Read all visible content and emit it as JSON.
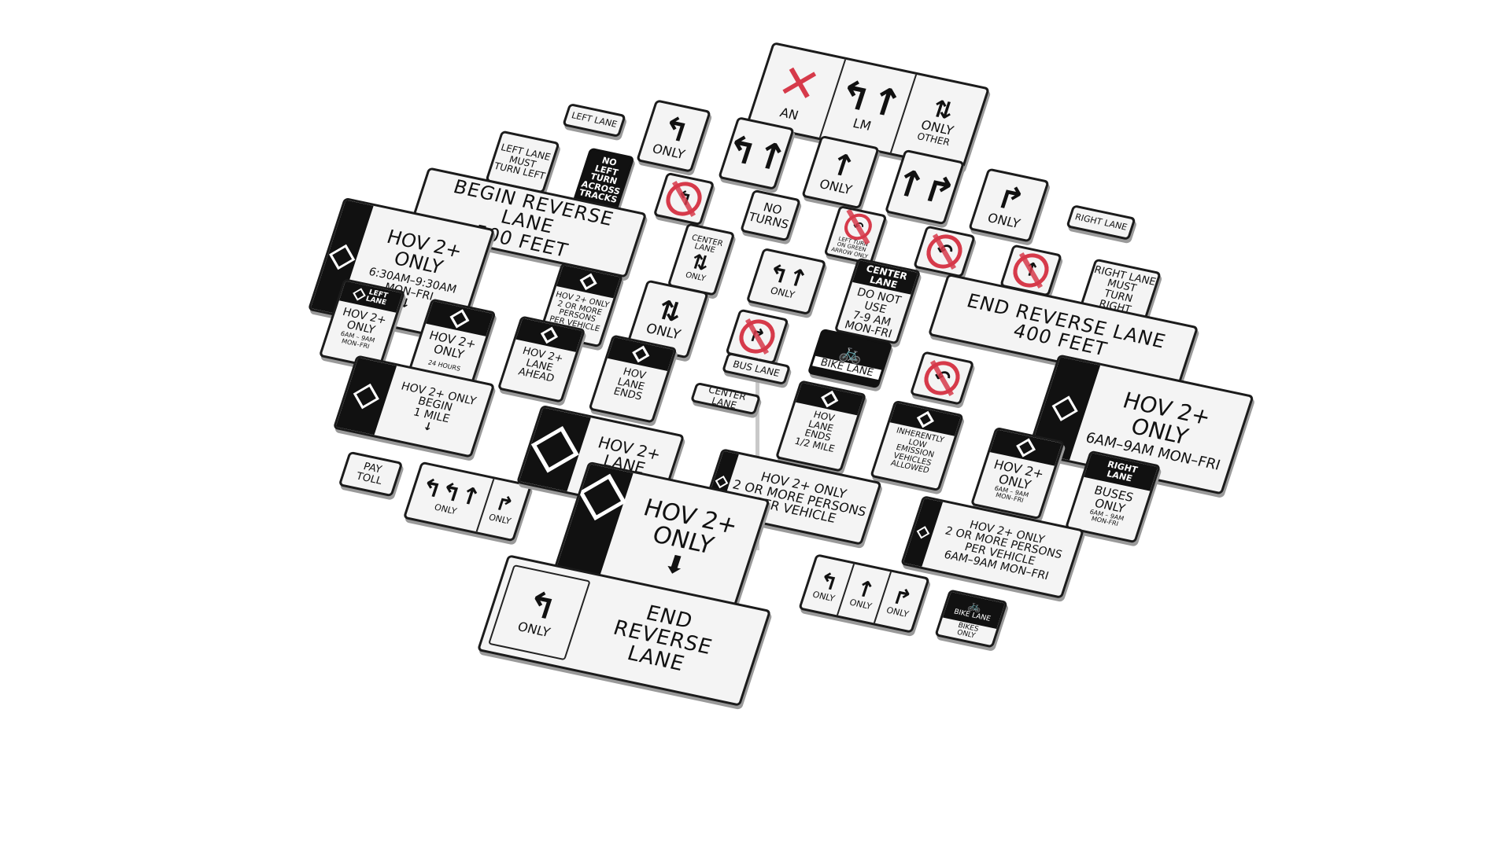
{
  "signs": {
    "left_lane_small": "LEFT LANE",
    "left_lane_must": "LEFT LANE\nMUST\nTURN LEFT",
    "no_left_turn_tracks": "NO\nLEFT\nTURN\nACROSS\nTRACKS",
    "left_only": "ONLY",
    "top_panel_mid": "LM",
    "top_panel_left": "AN",
    "top_panel_right_only": "ONLY",
    "top_panel_right_other": "OTHER",
    "straight_only": "ONLY",
    "right_only": "ONLY",
    "right_lane_small": "RIGHT LANE",
    "begin_reverse_lane": "BEGIN REVERSE LANE\n500 FEET",
    "hov_main_title": "HOV 2+\nONLY",
    "hov_main_hours": "6:30AM–9:30AM\nMON–FRI",
    "no_turns": "NO\nTURNS",
    "center_lane_top": "CENTER\nLANE",
    "center_lane_only": "ONLY",
    "left_turn_green": "LEFT TURN\nON GREEN\nARROW ONLY",
    "right_lane_must": "RIGHT LANE\nMUST\nTURN RIGHT",
    "left_lane_header": "LEFT\nLANE",
    "left_lane_hov": "HOV 2+\nONLY",
    "left_lane_hov_hours": "6AM – 9AM\nMON–FRI",
    "hov_24": "HOV 2+\nONLY",
    "hov_24_hours": "24 HOURS",
    "hov_persons": "HOV 2+ ONLY\n2 OR MORE\nPERSONS\nPER VEHICLE",
    "two_way_only": "ONLY",
    "lane_only_pair": "ONLY",
    "center_lane_header": "CENTER\nLANE",
    "center_lane_do_not": "DO NOT\nUSE\n7-9 AM\nMON-FRI",
    "end_reverse_400": "END REVERSE LANE\n400 FEET",
    "bike_lane": "BIKE LANE",
    "bus_lane": "BUS LANE",
    "hov_lane_ahead_small": "HOV 2+\nLANE\nAHEAD",
    "hov_lane_ends": "HOV\nLANE\nENDS",
    "center_lane_small": "CENTER LANE",
    "hov_lane_ends_half": "HOV\nLANE\nENDS\n1/2 MILE",
    "inherently_low": "INHERENTLY\nLOW\nEMISSION\nVEHICLES\nALLOWED",
    "hov_begin_mile": "HOV 2+ ONLY\nBEGIN\n1 MILE",
    "hov_big_right": "HOV 2+\nONLY",
    "hov_big_right_hours": "6AM–9AM MON–FRI",
    "hov_right_small": "HOV 2+\nONLY",
    "hov_right_small_hours": "6AM – 9AM\nMON–FRI",
    "right_lane_header": "RIGHT\nLANE",
    "buses_only": "BUSES\nONLY",
    "buses_only_hours": "6AM – 9AM\nMON-FRI",
    "pay_toll": "PAY\nTOLL",
    "lane_triple_only_1": "ONLY",
    "lane_triple_only_2": "ONLY",
    "hov_lane_ahead_big": "HOV 2+\nLANE\nAHEAD",
    "hov_persons_wide": "HOV 2+ ONLY\n2 OR MORE PERSONS\nPER VEHICLE",
    "hov_persons_hours": "HOV 2+ ONLY\n2 OR MORE PERSONS\nPER VEHICLE\n6AM–9AM    MON–FRI",
    "hov_only_down": "HOV 2+\nONLY",
    "end_reverse_lane": "END\nREVERSE\nLANE",
    "end_reverse_only": "ONLY",
    "lane_three_only_a": "ONLY",
    "lane_three_only_b": "ONLY",
    "lane_three_only_c": "ONLY",
    "bike_lane_header": "BIKE LANE",
    "bikes_only": "BIKES\nONLY"
  },
  "colors": {
    "prohibition_red": "#d63a4a",
    "sign_black": "#111111",
    "sign_white": "#f4f4f4"
  },
  "icons": [
    "left-turn-arrow-icon",
    "right-turn-arrow-icon",
    "straight-arrow-icon",
    "u-turn-icon",
    "hov-diamond-icon",
    "bicycle-icon",
    "x-mark-icon"
  ]
}
